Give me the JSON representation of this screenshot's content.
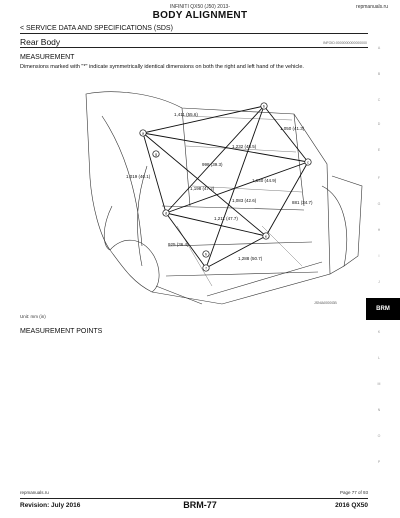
{
  "header": {
    "doc_id": "INFINITI QX50 (J50) 2013-",
    "site": "repmanuals.ru",
    "title": "BODY ALIGNMENT",
    "section": "< SERVICE DATA AND SPECIFICATIONS (SDS)",
    "subsection": "Rear Body",
    "ref_id": "INFOID:0000000000000000"
  },
  "content": {
    "measurement_heading": "MEASUREMENT",
    "note": "Dimensions marked with \"*\" indicate symmetrically identical dimensions on both the right and left hand of the vehicle.",
    "unit_note": "Unit: mm (in)",
    "figure_code": "JSNIA0000GB",
    "points_heading": "MEASUREMENT POINTS"
  },
  "figure": {
    "points": [
      "a",
      "b",
      "c",
      "d",
      "e",
      "f",
      "g",
      "h"
    ],
    "labels": [
      "1,411 (55.6)",
      "1,050 (41.3)",
      "1,232 (48.5)",
      "1,019 (40.1)",
      "998 (39.3)",
      "1,140 (44.9)",
      "1,211 (47.7)",
      "881 (34.7)",
      "925 (36.4)",
      "1,288 (50.7)",
      "1,198 (47.2)",
      "1,083 (42.6)"
    ]
  },
  "sidebar": {
    "letters": [
      "A",
      "B",
      "C",
      "D",
      "E",
      "F",
      "G",
      "H",
      "I",
      "J",
      "K",
      "L",
      "M",
      "N",
      "O",
      "P"
    ],
    "active_tab": "BRM"
  },
  "footer": {
    "site": "repmanuals.ru",
    "page_num": "Page 77 of 93",
    "revision": "Revision: July 2016",
    "page_code": "BRM-77",
    "model": "2016 QX50"
  }
}
